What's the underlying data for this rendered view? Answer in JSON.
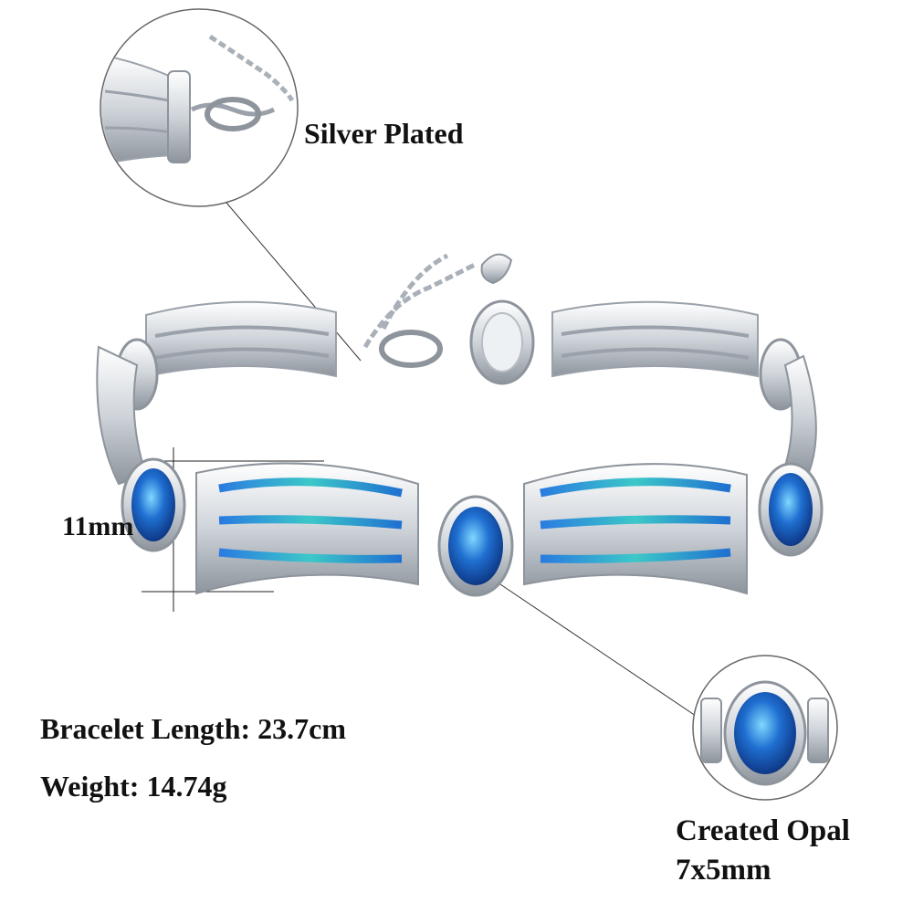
{
  "labels": {
    "silver_plated": "Silver Plated",
    "dimension": "11mm",
    "bracelet_length": "Bracelet Length: 23.7cm",
    "weight": "Weight: 14.74g",
    "created_opal": "Created Opal",
    "opal_size": "7x5mm"
  },
  "colors": {
    "silver": "#d9dde2",
    "silver_dark": "#9aa1aa",
    "opal_blue": "#1f6fd1",
    "opal_teal": "#3cc8c8"
  }
}
